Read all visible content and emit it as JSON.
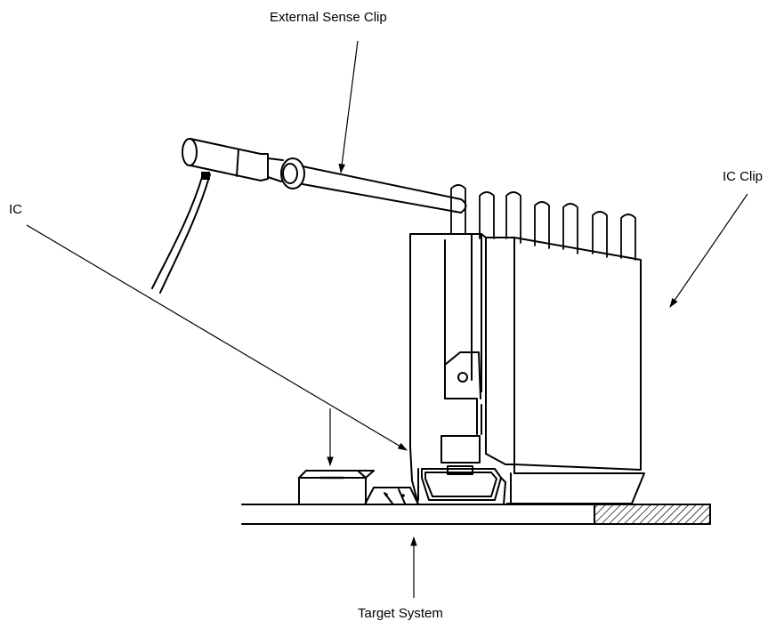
{
  "labels": {
    "external_sense_clip": "External Sense Clip",
    "ic_clip": "IC Clip",
    "ic": "IC",
    "target_system": "Target System"
  },
  "colors": {
    "ink": "#000000",
    "paper": "#ffffff"
  }
}
